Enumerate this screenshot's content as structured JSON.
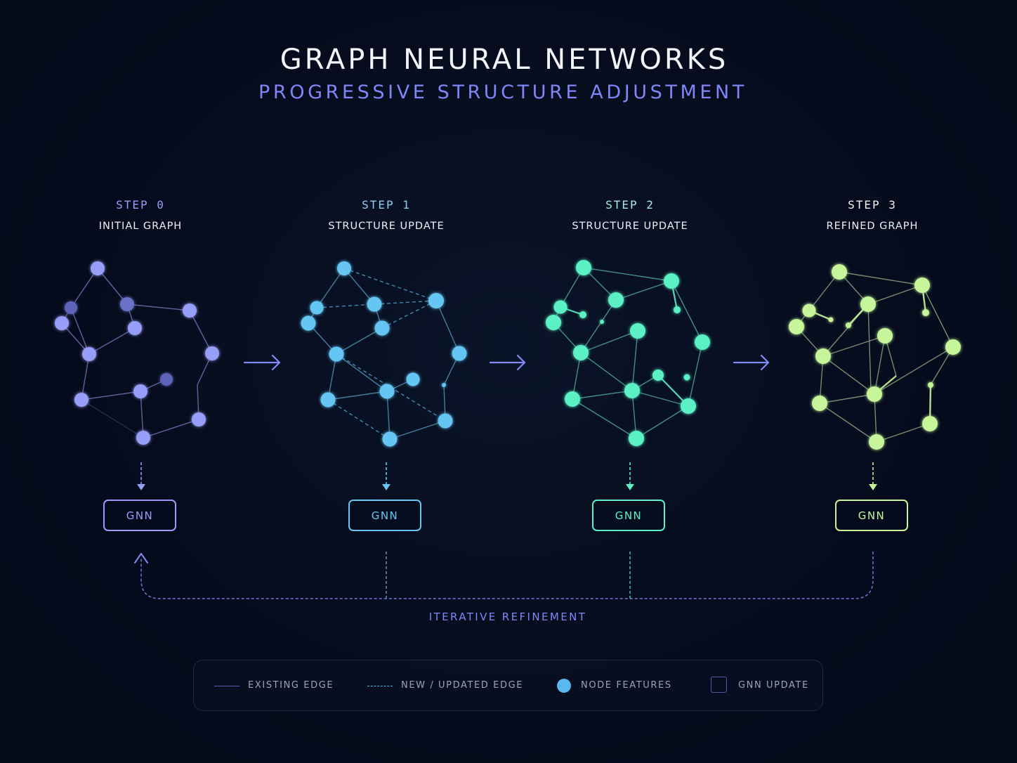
{
  "header": {
    "title": "GRAPH NEURAL NETWORKS",
    "subtitle": "PROGRESSIVE STRUCTURE ADJUSTMENT"
  },
  "steps": [
    {
      "num": "STEP 0",
      "name": "INITIAL GRAPH",
      "gnn": "GNN",
      "color": "#979ef7"
    },
    {
      "num": "STEP 1",
      "name": "STRUCTURE UPDATE",
      "gnn": "GNN",
      "color": "#66c6f3"
    },
    {
      "num": "STEP 2",
      "name": "STRUCTURE UPDATE",
      "gnn": "GNN",
      "color": "#5cf0c5"
    },
    {
      "num": "STEP 3",
      "name": "REFINED GRAPH",
      "gnn": "GNN",
      "color": "#c6f59a"
    }
  ],
  "loop": {
    "label": "ITERATIVE REFINEMENT",
    "color": "#7f86f7"
  },
  "legend": {
    "existing_edge": "EXISTING EDGE",
    "new_edge": "NEW / UPDATED EDGE",
    "node_features": "NODE FEATURES",
    "gnn_update": "GNN UPDATE"
  },
  "colors": {
    "background": "#050b1c",
    "step0": "#979ef7",
    "step1": "#66c6f3",
    "step2": "#5cf0c5",
    "step3": "#c6f59a",
    "accent": "#7f86f7"
  }
}
